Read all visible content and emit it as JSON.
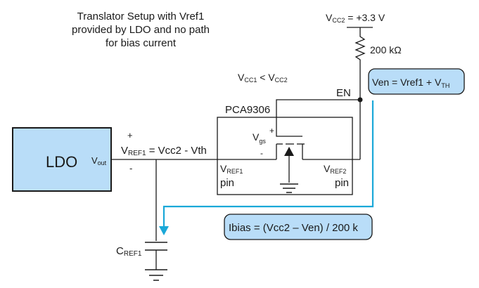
{
  "title": [
    "Translator Setup with Vref1",
    "provided by LDO and no path",
    "for bias current"
  ],
  "vcc2": {
    "main": "V",
    "sub": "CC2",
    "rest": " = +3.3 V"
  },
  "resistor": "200 kΩ",
  "ven_box": {
    "main": "Ven = Vref1 + V",
    "sub": "TH"
  },
  "vcc_compare": {
    "a": "V",
    "a_sub": "CC1",
    "mid": " < V",
    "b_sub": "CC2"
  },
  "en_label": "EN",
  "chip_name": "PCA9306",
  "vgs": {
    "main": "V",
    "sub": "gs",
    "plus": "+",
    "minus": "-"
  },
  "ldo": {
    "name": "LDO",
    "vout_main": "V",
    "vout_sub": "out"
  },
  "vref1_eq": {
    "main": "V",
    "sub": "REF1",
    "rest": " = Vcc2 - Vth",
    "plus": "+",
    "minus": "-"
  },
  "vref1_pin": {
    "main": "V",
    "sub": "REF1",
    "pin": "pin"
  },
  "vref2_pin": {
    "main": "V",
    "sub": "REF2",
    "pin": "pin"
  },
  "ibias_box": "Ibias = (Vcc2 – Ven) / 200 k",
  "cref": {
    "main": "C",
    "sub": "REF1"
  },
  "colors": {
    "highlight_fill": "#b9ddf8",
    "arrow": "#1aa8d8",
    "wire": "#1a1a1a"
  }
}
